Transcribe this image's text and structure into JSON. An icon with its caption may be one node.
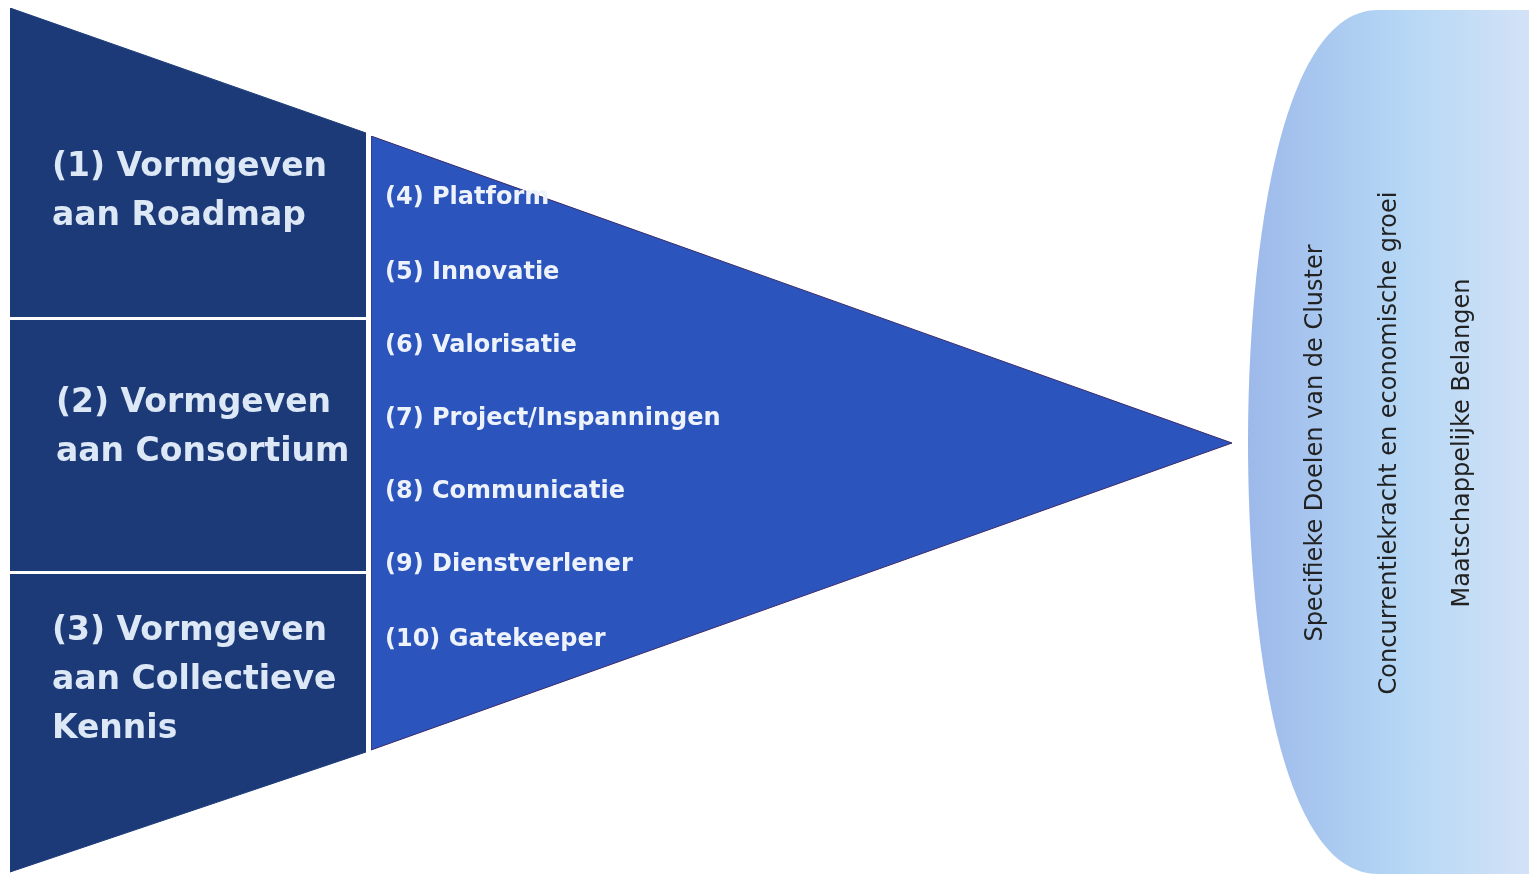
{
  "diagram": {
    "nodes": [
      {
        "text": [
          "(1) Vormgeven aan Roadmap"
        ]
      },
      {
        "text": [
          "(2) Vormgeven aan Consortium"
        ]
      },
      {
        "text": [
          "(3) Vormgeven aan Collectieve Kennis"
        ]
      },
      {
        "text": [
          "(4) Platform",
          "(5) Innovatie",
          "(6) Valorisatie",
          "(7) Project/Inspanningen",
          "(8) Communicatie",
          "(9) Dienstverlener",
          "(10) Gatekeeper"
        ]
      },
      {
        "text": [
          "Specifieke Doelen van de Cluster",
          "Concurrentiekracht en  economische groei",
          "Maatschappelijke Belangen"
        ]
      }
    ],
    "edges": []
  }
}
